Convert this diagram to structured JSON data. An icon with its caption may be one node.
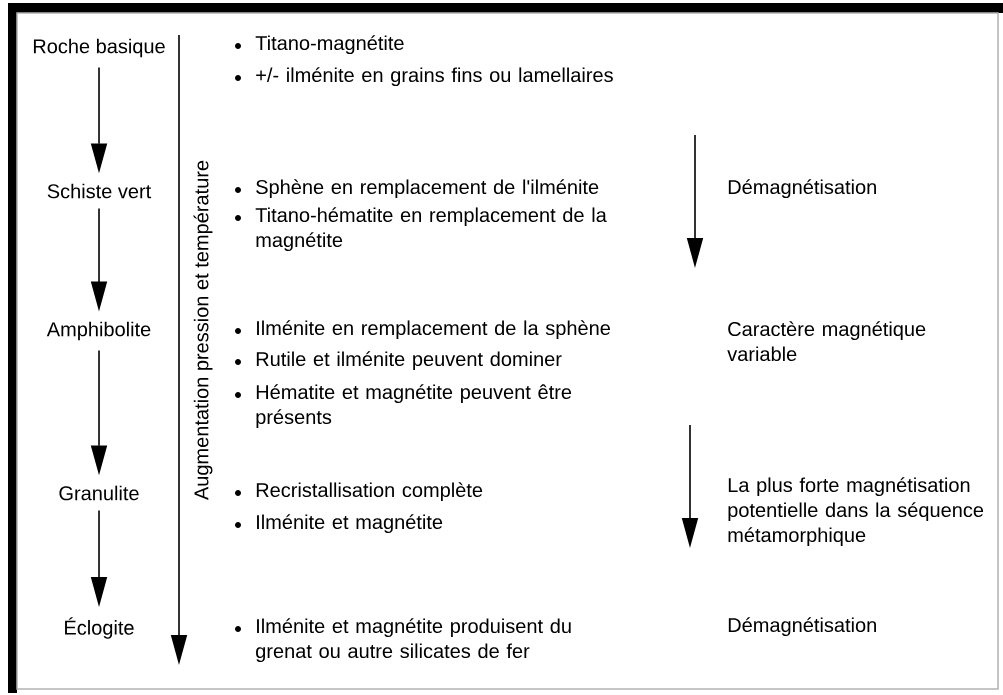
{
  "diagram": {
    "nodes": [
      {
        "text": [
          "Roche basique"
        ]
      },
      {
        "text": [
          "Schiste vert"
        ]
      },
      {
        "text": [
          "Amphibolite"
        ]
      },
      {
        "text": [
          "Granulite"
        ]
      },
      {
        "text": [
          "Éclogite"
        ]
      }
    ],
    "edges": [
      {
        "from": 0,
        "to": 1,
        "arrow": "to"
      },
      {
        "from": 1,
        "to": 2,
        "arrow": "to"
      },
      {
        "from": 2,
        "to": 3,
        "arrow": "to"
      },
      {
        "from": 3,
        "to": 4,
        "arrow": "to"
      }
    ],
    "labels": [
      "Augmentation pression et température",
      "Titano-magnétite",
      "+/- ilménite en grains fins ou lamellaires",
      "Sphène en remplacement de l'ilménite",
      "Démagnétisation",
      "Titano-hématite en remplacement de la magnétite",
      "Ilménite en remplacement de la sphène",
      "Caractère magnétique variable",
      "Rutile et ilménite peuvent dominer",
      "Hématite et magnétite peuvent être présents",
      "Recristallisation complète",
      "La plus forte magnétisation potentielle dans la séquence métamorphique",
      "Ilménite et magnétite",
      "Ilménite et magnétite produisent du grenat ou autre silicates de fer",
      "Démagnétisation"
    ]
  }
}
